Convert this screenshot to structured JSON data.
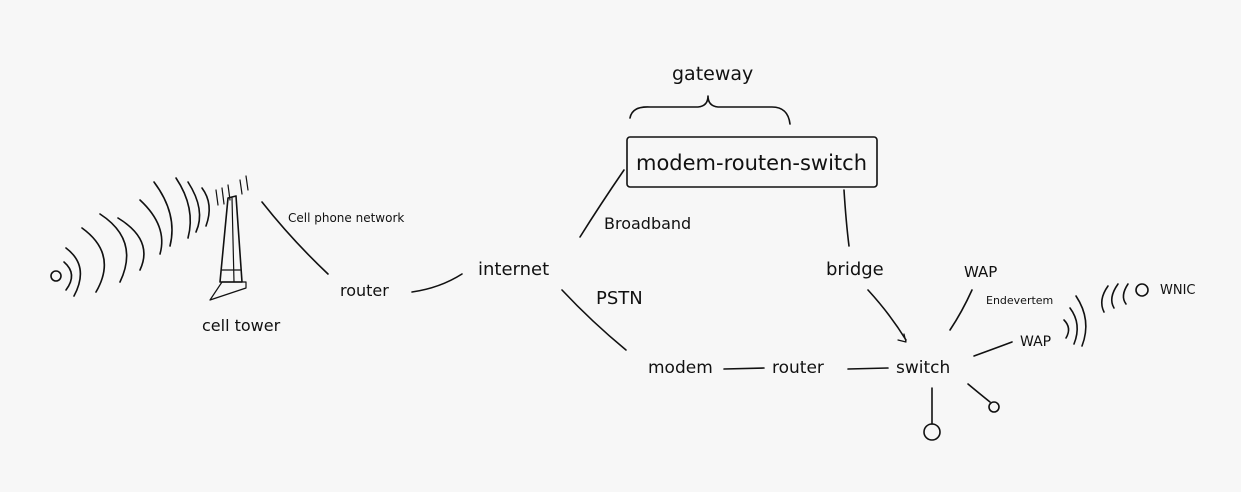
{
  "nodes": {
    "gateway": "gateway",
    "modem_router_switch": "modem-routen-switch",
    "broadband": "Broadband",
    "cell_phone_network": "Cell phone network",
    "cell_tower": "cell tower",
    "router_left": "router",
    "internet": "internet",
    "pstn": "PSTN",
    "bridge": "bridge",
    "wap_top": "WAP",
    "endevertem": "Endevertem",
    "wap_right": "WAP",
    "wnic": "WNIC",
    "modem": "modem",
    "router_bottom": "router",
    "switch": "switch"
  }
}
